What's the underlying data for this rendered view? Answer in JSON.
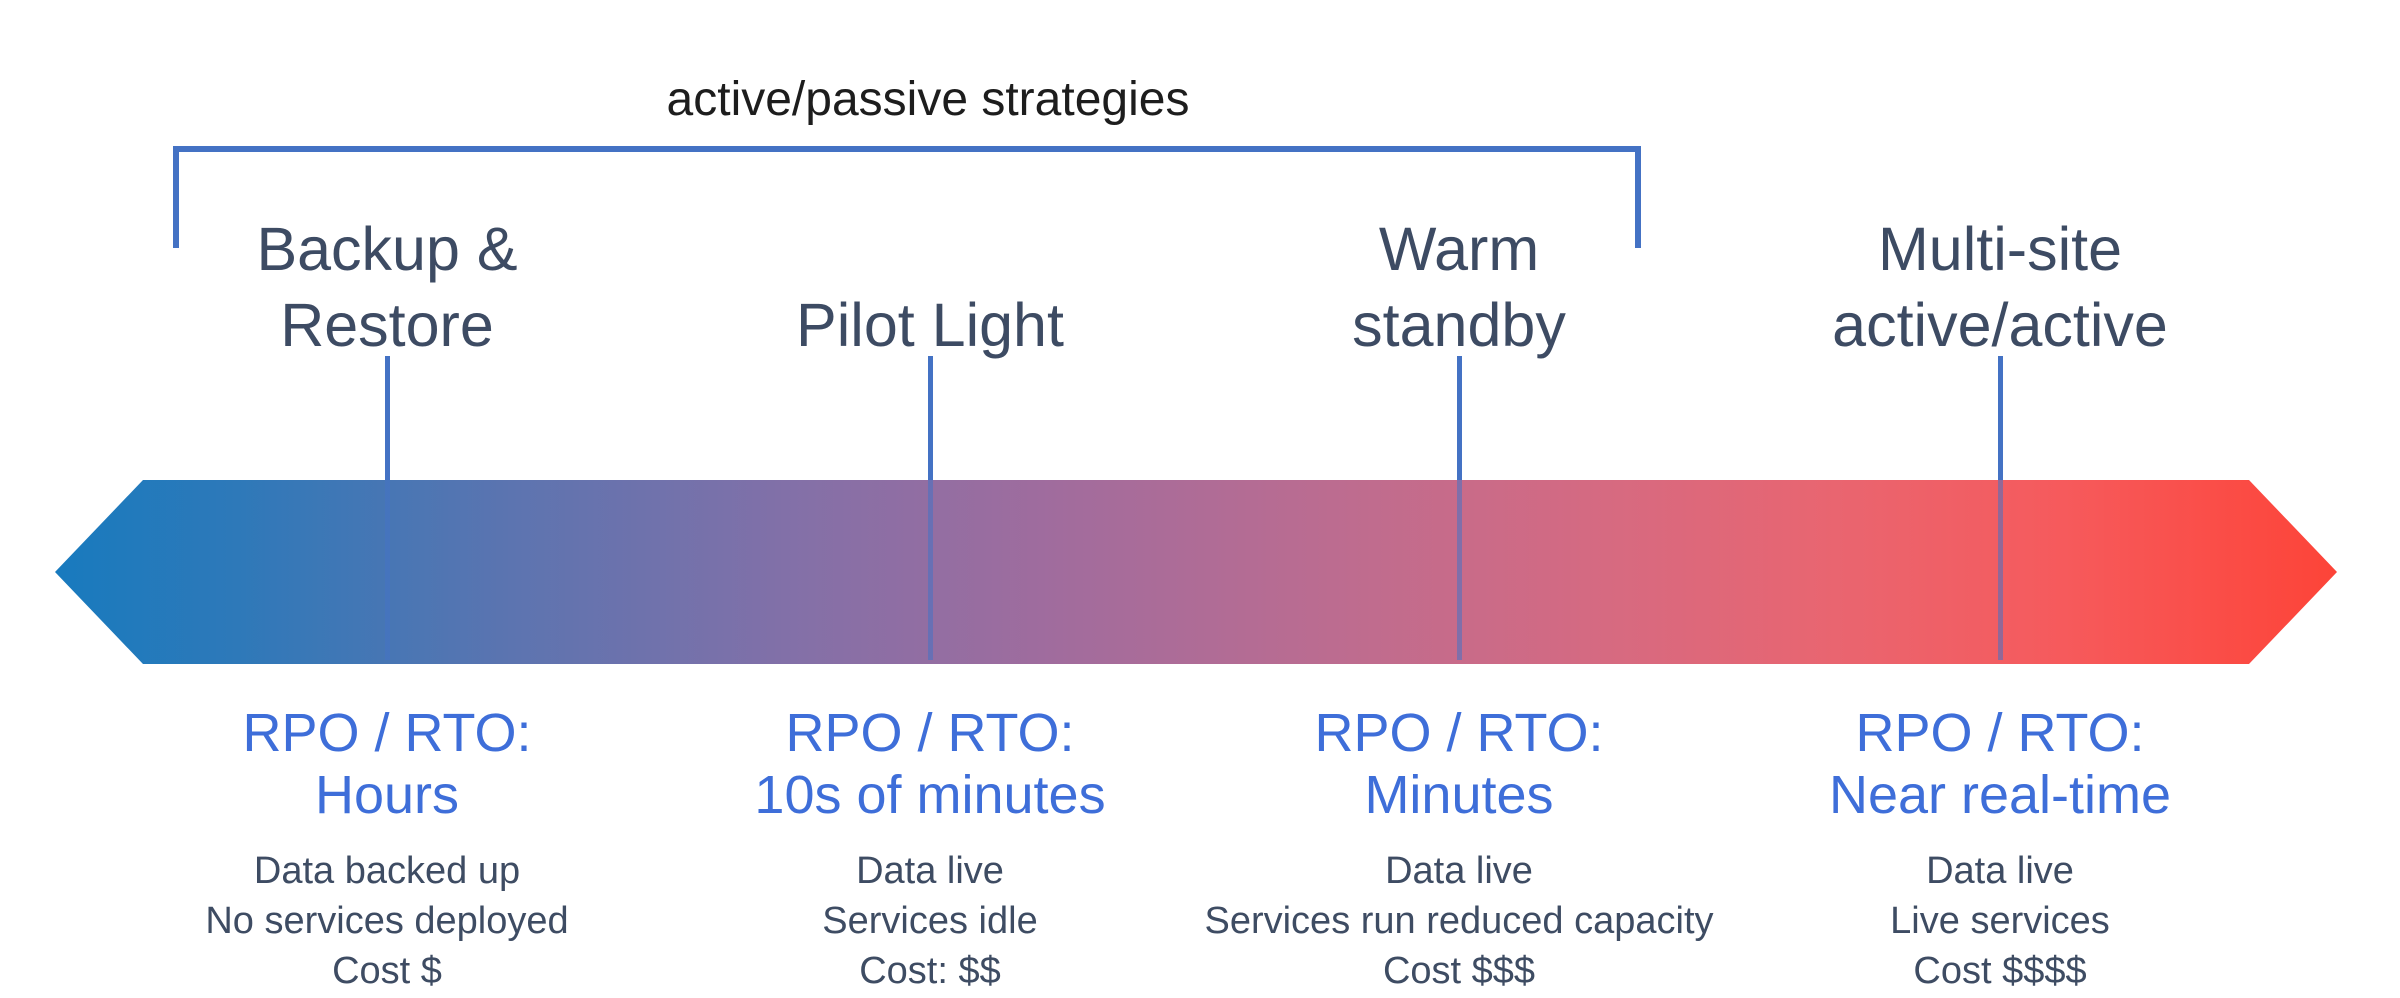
{
  "title": "active/passive strategies",
  "colors": {
    "bracket_blue": "#4472C4",
    "tick_blue": "#4472C4",
    "rpo_blue": "#3E6ED9",
    "name_slate": "#3D4B63",
    "detail_slate": "#3E4C63",
    "arrow_gradient_start": "#187ABE",
    "arrow_gradient_mid": "#A16C9D",
    "arrow_gradient_end": "#FC4438",
    "title_color": "#1d1d1d"
  },
  "strategies": [
    {
      "name_lines": [
        "Backup &",
        "Restore"
      ],
      "rpo_label": "RPO / RTO:",
      "rpo_value": "Hours",
      "details": [
        "Data backed up",
        "No services deployed",
        "Cost $"
      ]
    },
    {
      "name_lines": [
        "Pilot Light"
      ],
      "rpo_label": "RPO / RTO:",
      "rpo_value": "10s of minutes",
      "details": [
        "Data live",
        "Services idle",
        "Cost: $$"
      ]
    },
    {
      "name_lines": [
        "Warm",
        "standby"
      ],
      "rpo_label": "RPO / RTO:",
      "rpo_value": "Minutes",
      "details": [
        "Data live",
        "Services run reduced capacity",
        "Cost $$$"
      ]
    },
    {
      "name_lines": [
        "Multi-site",
        "active/active"
      ],
      "rpo_label": "RPO / RTO:",
      "rpo_value": "Near real-time",
      "details": [
        "Data live",
        "Live services",
        "Cost $$$$"
      ]
    }
  ]
}
